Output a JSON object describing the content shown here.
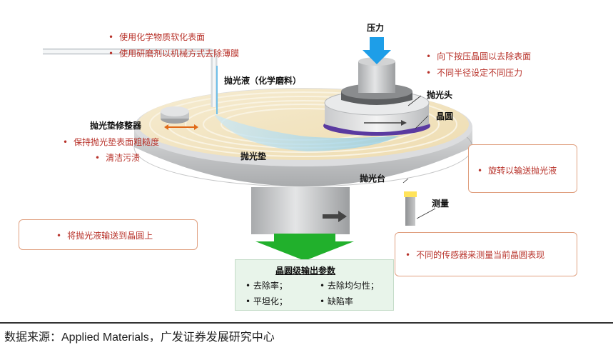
{
  "labels": {
    "pressure": "压力",
    "slurry": "抛光液（化学磨料）",
    "polish_head": "抛光头",
    "wafer": "晶圆",
    "conditioner": "抛光垫修整器",
    "polish_pad": "抛光垫",
    "polish_table": "抛光台",
    "measure": "测量",
    "output_title": "晶圆级输出参数"
  },
  "notes": {
    "slurry_1": "使用化学物质软化表面",
    "slurry_2": "使用研磨剂以机械方式去除薄膜",
    "head_1": "向下按压晶圆以去除表面",
    "head_2": "不同半径设定不同压力",
    "conditioner_1": "保持抛光垫表面粗糙度",
    "conditioner_2": "清洁污渍",
    "rotate": "旋转以输送抛光液",
    "deliver": "将抛光液输送到晶圆上",
    "sensor": "不同的传感器来测量当前晶圆表现"
  },
  "outputs": [
    "去除率；",
    "去除均匀性；",
    "平坦化；",
    "缺陷率"
  ],
  "source": "数据来源：Applied Materials，广发证券发展研究中心",
  "colors": {
    "note_text": "#b8322a",
    "box_border": "#e0a080",
    "arrow_blue": "#1e9ee8",
    "arrow_green": "#21b02c",
    "wafer_purple": "#5a3aa0"
  }
}
